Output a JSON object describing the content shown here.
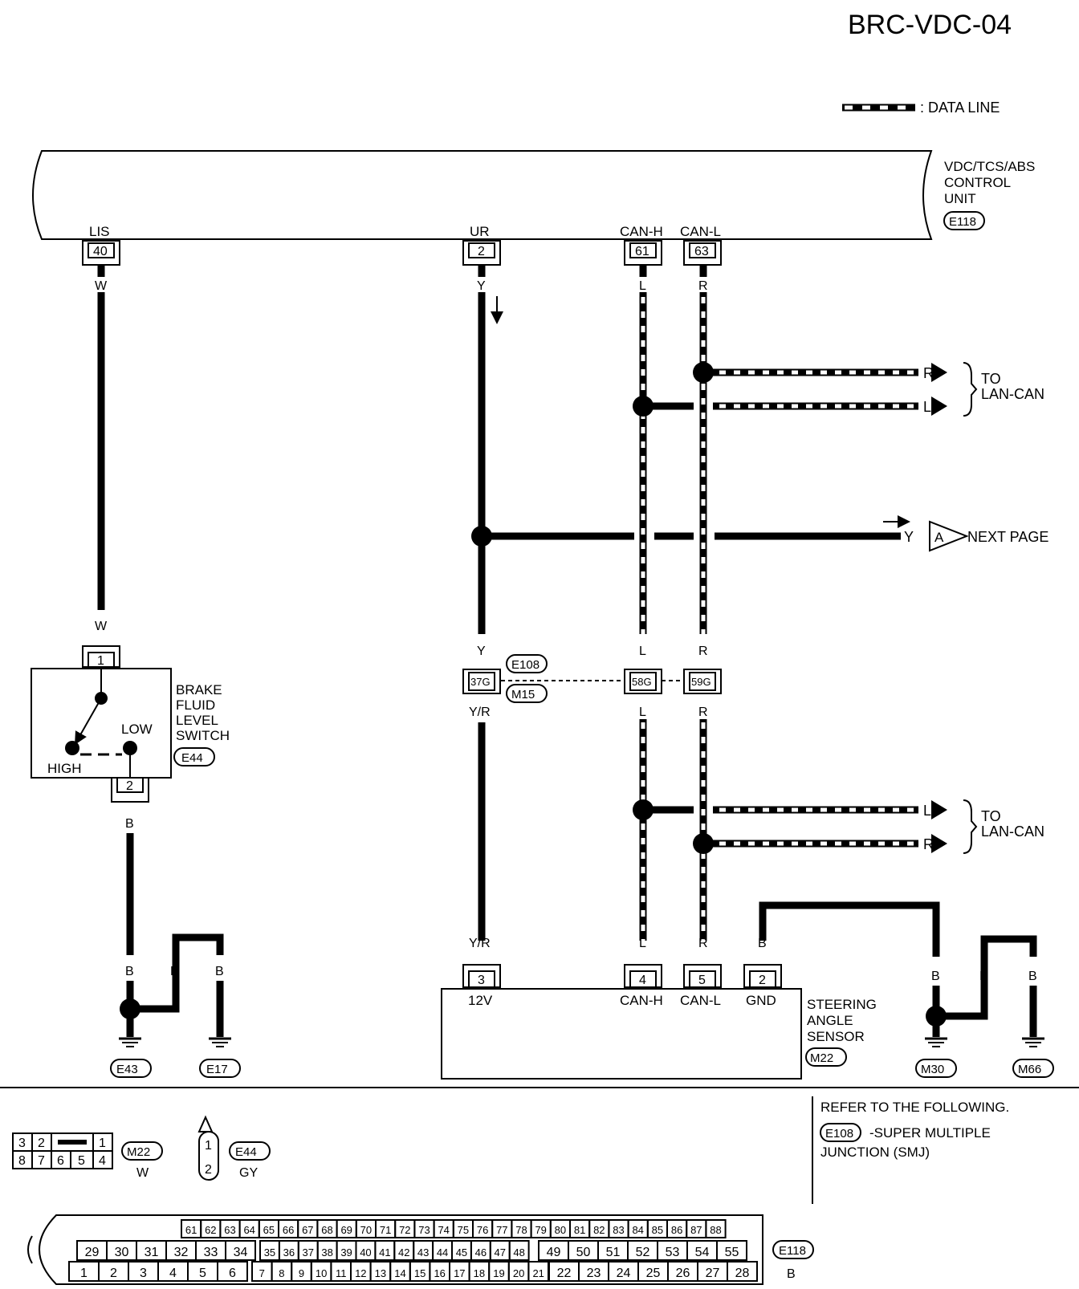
{
  "title": "BRC-VDC-04",
  "legend": {
    "data_line": ": DATA LINE"
  },
  "control_unit": {
    "name_l1": "VDC/TCS/ABS",
    "name_l2": "CONTROL",
    "name_l3": "UNIT",
    "connector": "E118",
    "terminals": [
      {
        "label": "LIS",
        "pin": "40",
        "wire": "W"
      },
      {
        "label": "UR",
        "pin": "2",
        "wire": "Y"
      },
      {
        "label": "CAN-H",
        "pin": "61",
        "wire": "L"
      },
      {
        "label": "CAN-L",
        "pin": "63",
        "wire": "R"
      }
    ]
  },
  "lan_can_top": {
    "wire_r": "R",
    "wire_l": "L",
    "to_l1": "TO",
    "to_l2": "LAN-CAN"
  },
  "lan_can_bottom": {
    "wire_l": "L",
    "wire_r": "R",
    "to_l1": "TO",
    "to_l2": "LAN-CAN"
  },
  "next_page": {
    "wire": "Y",
    "marker": "A",
    "label": "NEXT PAGE"
  },
  "brake_switch": {
    "name_l1": "BRAKE",
    "name_l2": "FLUID",
    "name_l3": "LEVEL",
    "name_l4": "SWITCH",
    "connector": "E44",
    "pin_top": "1",
    "pin_bottom": "2",
    "wire_top": "W",
    "wire_bottom": "B",
    "low": "LOW",
    "high": "HIGH"
  },
  "junction": {
    "connector_top": "E108",
    "connector_bottom": "M15",
    "pins": [
      "37G",
      "58G",
      "59G"
    ],
    "wires_above": [
      "Y",
      "L",
      "R"
    ],
    "wires_below": [
      "Y/R",
      "L",
      "R"
    ]
  },
  "left_ground": {
    "wire1": "B",
    "wire2": "B",
    "wire3": "B",
    "g1": "E43",
    "g2": "E17"
  },
  "steering_sensor": {
    "name_l1": "STEERING",
    "name_l2": "ANGLE",
    "name_l3": "SENSOR",
    "connector": "M22",
    "terminals": [
      {
        "label": "12V",
        "pin": "3",
        "wire": "Y/R"
      },
      {
        "label": "CAN-H",
        "pin": "4",
        "wire": "L"
      },
      {
        "label": "CAN-L",
        "pin": "5",
        "wire": "R"
      },
      {
        "label": "GND",
        "pin": "2",
        "wire": "B"
      }
    ]
  },
  "right_ground": {
    "wire1": "B",
    "wire2": "B",
    "wire3": "B",
    "g1": "M30",
    "g2": "M66"
  },
  "refer": {
    "line1": "REFER TO THE FOLLOWING.",
    "connector": "E108",
    "line2": "-SUPER MULTIPLE",
    "line3": "JUNCTION (SMJ)"
  },
  "conn_m22": {
    "top": [
      "3",
      "2",
      "",
      "1"
    ],
    "bottom": [
      "8",
      "7",
      "6",
      "5",
      "4"
    ],
    "name": "M22",
    "color": "W"
  },
  "conn_e44": {
    "pins": [
      "1",
      "2"
    ],
    "name": "E44",
    "color": "GY"
  },
  "conn_e118": {
    "row1": [
      "61",
      "62",
      "63",
      "64",
      "65",
      "66",
      "67",
      "68",
      "69",
      "70",
      "71",
      "72",
      "73",
      "74",
      "75",
      "76",
      "77",
      "78",
      "79",
      "80",
      "81",
      "82",
      "83",
      "84",
      "85",
      "86",
      "87",
      "88"
    ],
    "row2a": [
      "29",
      "30",
      "31",
      "32",
      "33",
      "34"
    ],
    "row2b": [
      "35",
      "36",
      "37",
      "38",
      "39",
      "40",
      "41",
      "42",
      "43",
      "44",
      "45",
      "46",
      "47",
      "48"
    ],
    "row2c": [
      "49",
      "50",
      "51",
      "52",
      "53",
      "54",
      "55"
    ],
    "row3a": [
      "1",
      "2",
      "3",
      "4",
      "5",
      "6"
    ],
    "row3b": [
      "7",
      "8",
      "9",
      "10",
      "11",
      "12",
      "13",
      "14",
      "15",
      "16",
      "17",
      "18",
      "19",
      "20",
      "21"
    ],
    "row3c": [
      "22",
      "23",
      "24",
      "25",
      "26",
      "27",
      "28"
    ],
    "name": "E118",
    "color": "B"
  }
}
